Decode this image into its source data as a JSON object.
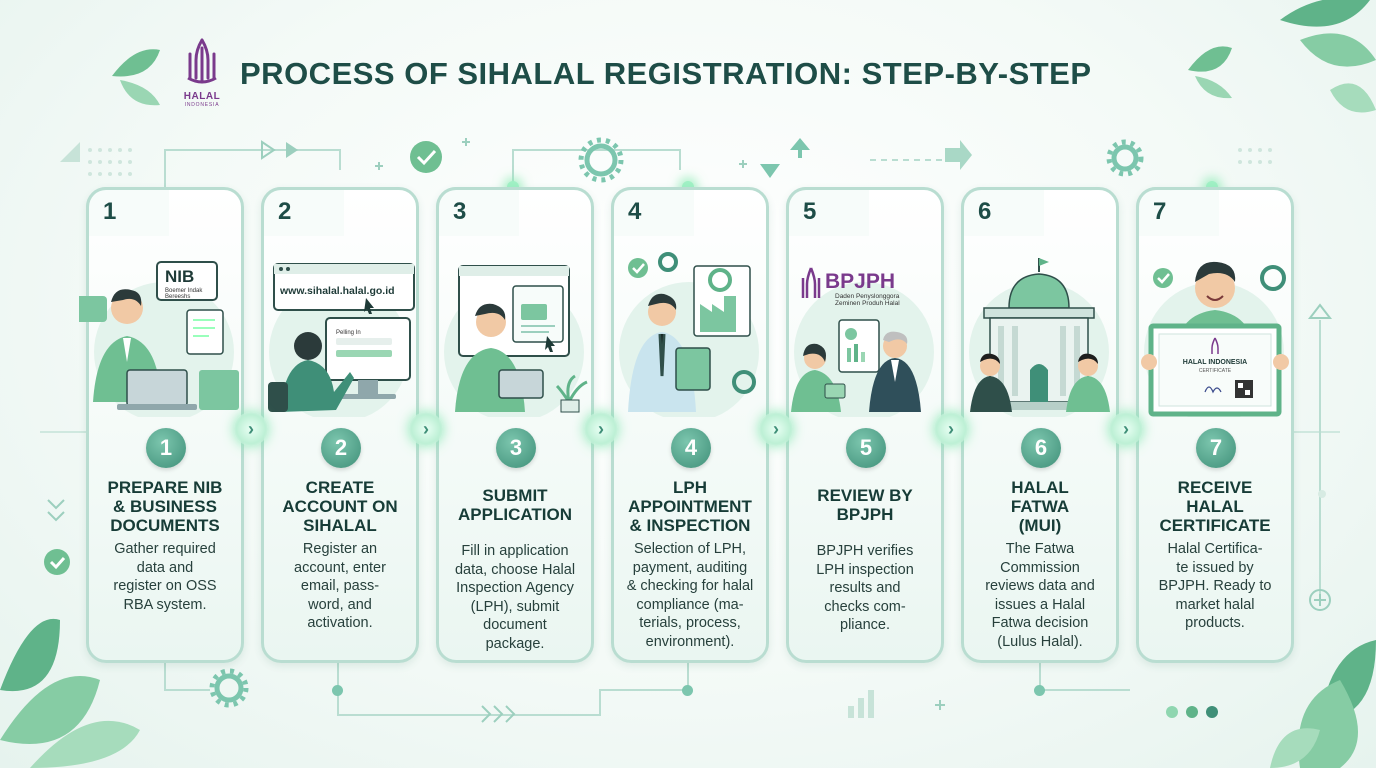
{
  "title": "PROCESS OF SIHALAL REGISTRATION: STEP-BY-STEP",
  "logo": {
    "word": "HALAL",
    "sub": "INDONESIA"
  },
  "steps": [
    {
      "num": "1",
      "title": "PREPARE NIB\n& BUSINESS\nDOCUMENTS",
      "desc": "Gather required\ndata and\nregister on OSS\nRBA system.",
      "illus": {
        "sign_title": "NIB",
        "sign_sub1": "Boemer Indak",
        "sign_sub2": "Bereeshs"
      }
    },
    {
      "num": "2",
      "title": "CREATE\nACCOUNT ON\nSIHALAL",
      "desc": "Register an\naccount, enter\nemail, pass-\nword, and\nactivation.",
      "illus": {
        "url": "www.sihalal.halal.go.id",
        "field": "Pelling In"
      }
    },
    {
      "num": "3",
      "title": "SUBMIT\nAPPLICATION",
      "desc": "Fill in application\ndata, choose Halal\nInspection Agency\n(LPH), submit\ndocument\npackage.",
      "illus": {}
    },
    {
      "num": "4",
      "title": "LPH\nAPPOINTMENT\n& INSPECTION",
      "desc": "Selection of LPH,\npayment, auditing\n& checking for halal\ncompliance (ma-\nterials, process,\nenvironment).",
      "illus": {}
    },
    {
      "num": "5",
      "title": "REVIEW BY\nBPJPH",
      "desc": "BPJPH verifies\nLPH inspection\nresults and\nchecks com-\npliance.",
      "illus": {
        "brand": "BPJPH",
        "brand_sub1": "Daden Penyslonggora",
        "brand_sub2": "Zeminen Produh Halal"
      }
    },
    {
      "num": "6",
      "title": "HALAL\nFATWA\n(MUI)",
      "desc": "The Fatwa\nCommission\nreviews data and\nissues a Halal\nFatwa decision\n(Lulus Halal).",
      "illus": {}
    },
    {
      "num": "7",
      "title": "RECEIVE\nHALAL\nCERTIFICATE",
      "desc": "Halal Certifica-\nte issued by\nBPJPH. Ready to\nmarket halal\nproducts.",
      "illus": {
        "cert_title": "HALAL INDONESIA",
        "cert_sub": "CERTIFICATE"
      }
    }
  ],
  "colors": {
    "primary": "#3f8f78",
    "dark": "#1e4d47",
    "border": "#b9ddd1",
    "logo": "#7a3a8c"
  }
}
